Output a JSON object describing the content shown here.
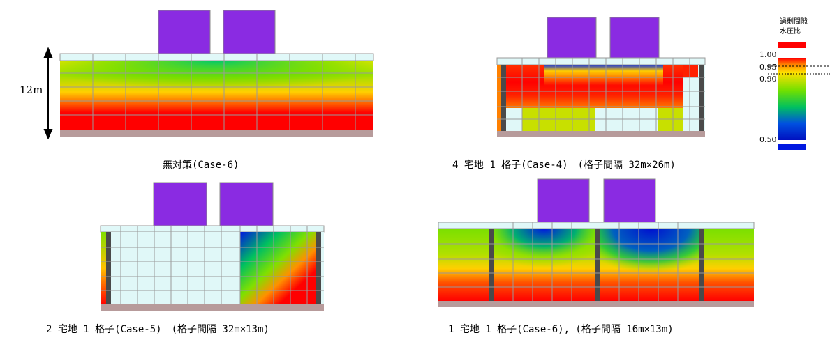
{
  "scale_label": "12m",
  "captions": {
    "p1": "無対策(Case-6)",
    "p2": "4 宅地 1 格子(Case-4)　(格子間隔 32m×26m)",
    "p3": "2 宅地 1 格子(Case-5)　(格子間隔 32m×13m)",
    "p4": "1 宅地 1 格子(Case-6), (格子間隔 16m×13m)"
  },
  "legend": {
    "title_line1": "過剰間隙",
    "title_line2": "水圧比",
    "ticks": [
      "1.00",
      "0.95",
      "0.90",
      "0.50"
    ]
  },
  "colors": {
    "building": "#8a2be2",
    "ground_base": "#b79b9b",
    "surface": "#e0f8f8",
    "grid_wall": "#4a4a4a",
    "red": "#ff0000",
    "blue": "#0018e0"
  }
}
